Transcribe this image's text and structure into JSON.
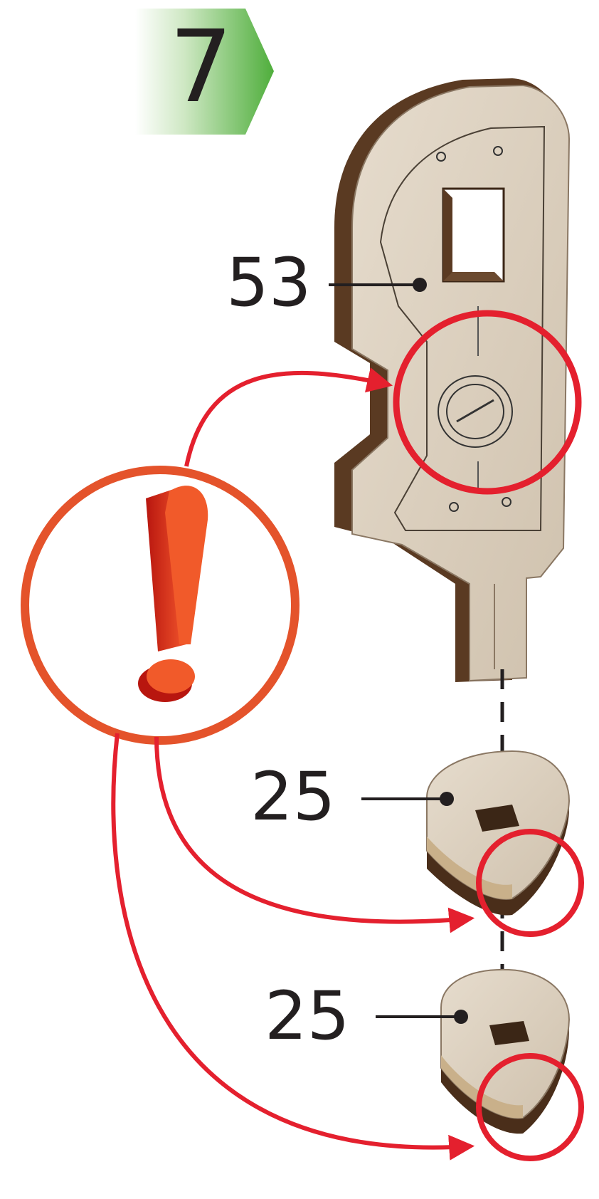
{
  "step": {
    "number": "7"
  },
  "parts": [
    {
      "id": "part-53",
      "label": "53"
    },
    {
      "id": "part-25-upper",
      "label": "25"
    },
    {
      "id": "part-25-lower",
      "label": "25"
    }
  ],
  "colors": {
    "badge_green": "#4fae3c",
    "warning_red": "#e4202e",
    "exclamation_red": "#e4532b",
    "wood": "#dcd0c0",
    "wood_edge": "#5a3a22",
    "ink": "#231f20"
  },
  "icons": [
    "warning-exclamation-icon"
  ]
}
